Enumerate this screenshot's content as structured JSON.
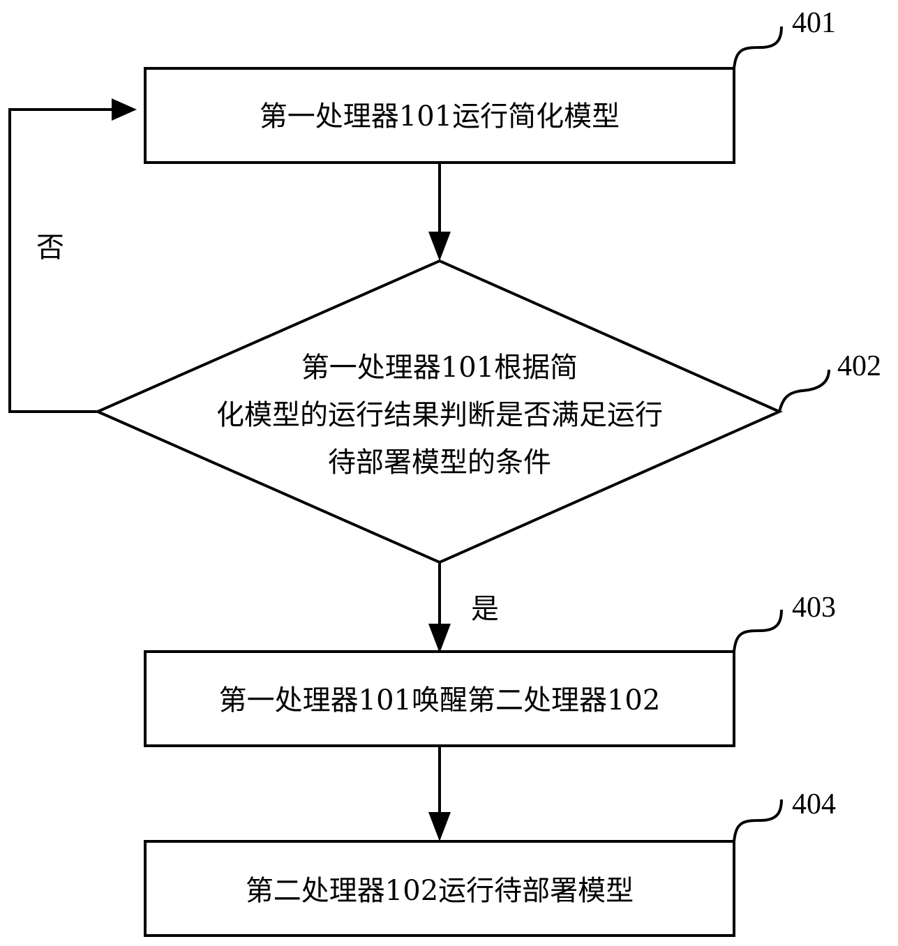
{
  "diagram": {
    "type": "flowchart",
    "nodes": [
      {
        "id": "401",
        "shape": "process",
        "ref": "401",
        "lines": [
          "第一处理器101运行简化模型"
        ]
      },
      {
        "id": "402",
        "shape": "decision",
        "ref": "402",
        "lines": [
          "第一处理器101根据简",
          "化模型的运行结果判断是否满足运行",
          "待部署模型的条件"
        ]
      },
      {
        "id": "403",
        "shape": "process",
        "ref": "403",
        "lines": [
          "第一处理器101唤醒第二处理器102"
        ]
      },
      {
        "id": "404",
        "shape": "process",
        "ref": "404",
        "lines": [
          "第二处理器102运行待部署模型"
        ]
      }
    ],
    "edges": [
      {
        "from": "401",
        "to": "402",
        "label": ""
      },
      {
        "from": "402",
        "to": "403",
        "label": "是"
      },
      {
        "from": "402",
        "to": "401",
        "label": "否"
      },
      {
        "from": "403",
        "to": "404",
        "label": ""
      }
    ],
    "colors": {
      "stroke": "#000000",
      "background": "#ffffff"
    }
  }
}
